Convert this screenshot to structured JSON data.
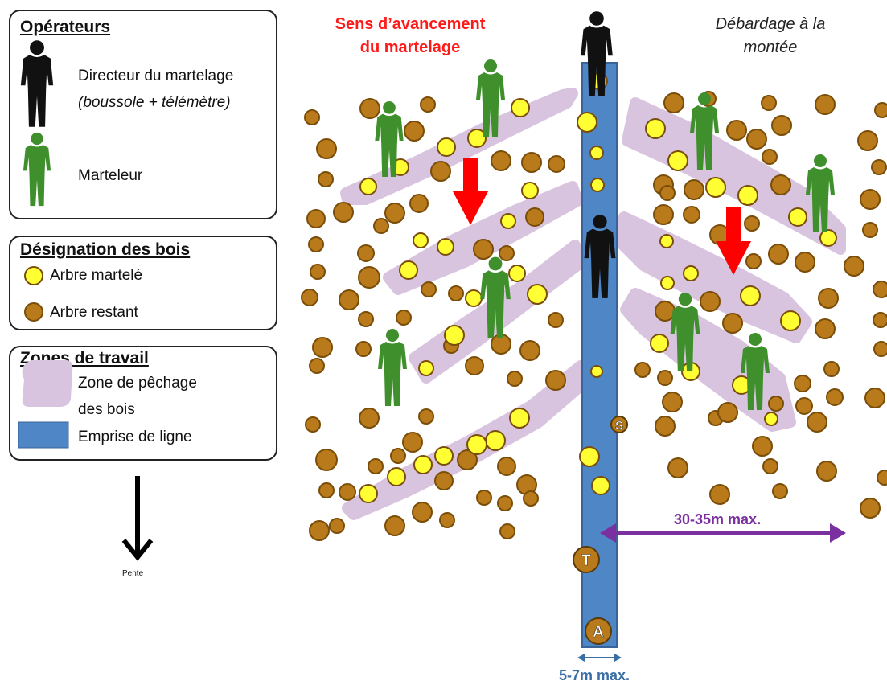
{
  "legend": {
    "operators": {
      "title": "Opérateurs",
      "director_line1": "Directeur du martelage",
      "director_line2": "(boussole + télémètre)",
      "marker": "Marteleur"
    },
    "trees": {
      "title": "Désignation des bois",
      "marked": "Arbre martelé",
      "remaining": "Arbre restant"
    },
    "zones": {
      "title": "Zones de travail",
      "skidding_line1": "Zone de pêchage",
      "skidding_line2": "des bois",
      "right_of_way": "Emprise de ligne"
    },
    "slope": "Pente"
  },
  "labels": {
    "direction_line1": "Sens d’avancement",
    "direction_line2": "du martelage",
    "skidding_line1": "Débardage à la",
    "skidding_line2": "montée",
    "span_right": "30-35m max.",
    "span_width": "5-7m max."
  },
  "line_markers": [
    "S",
    "T",
    "A"
  ],
  "colors": {
    "marked_tree": "#ffff33",
    "remaining_tree": "#b87a1a",
    "tree_outline": "#7a4d08",
    "zone": "#d9c4e0",
    "right_of_way": "#4f86c6",
    "operator_director": "#111111",
    "operator_marker": "#3f8f2c",
    "arrow_red": "#ff0000",
    "span_purple": "#7a30a0",
    "span_blue": "#3a6ea5"
  }
}
